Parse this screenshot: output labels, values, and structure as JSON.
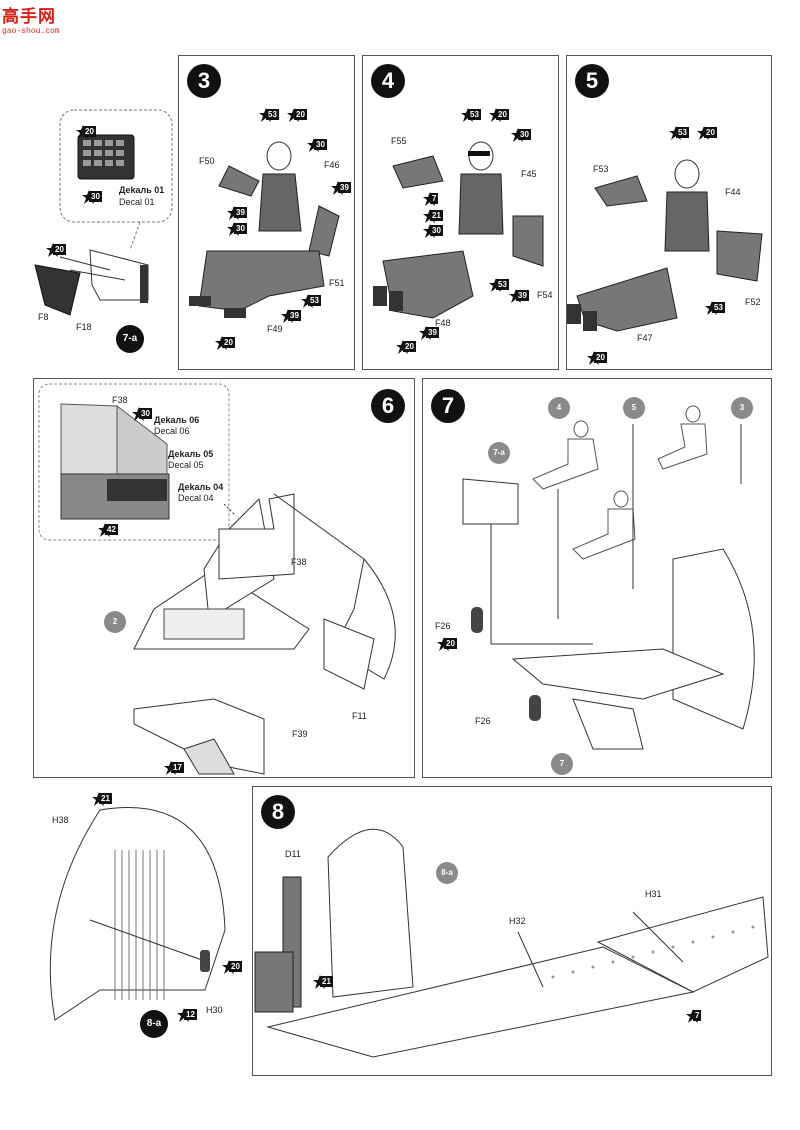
{
  "watermark": {
    "title": "高手网",
    "url": "gao-shou.com"
  },
  "step7a_inset": {
    "decal_ru": "Деkaль 01",
    "decal_en": "Decal 01",
    "parts": [
      "F8",
      "F18"
    ],
    "stars": [
      "20",
      "30",
      "20"
    ],
    "ref": "7-a"
  },
  "step3": {
    "number": "3",
    "parts": [
      "F50",
      "F46",
      "F51",
      "F49"
    ],
    "stars": [
      "53",
      "20",
      "30",
      "39",
      "39",
      "30",
      "53",
      "39",
      "20"
    ]
  },
  "step4": {
    "number": "4",
    "parts": [
      "F55",
      "F45",
      "F48",
      "F54"
    ],
    "stars": [
      "53",
      "20",
      "30",
      "7",
      "21",
      "30",
      "53",
      "39",
      "39",
      "20"
    ]
  },
  "step5": {
    "number": "5",
    "parts": [
      "F53",
      "F44",
      "F47",
      "F52"
    ],
    "stars": [
      "53",
      "20",
      "53",
      "20"
    ]
  },
  "step6": {
    "number": "6",
    "inset_part": "F38",
    "decals": [
      {
        "ru": "Деkaль 06",
        "en": "Decal 06"
      },
      {
        "ru": "Деkaль 05",
        "en": "Decal 05"
      },
      {
        "ru": "Деkaль 04",
        "en": "Decal 04"
      }
    ],
    "inset_stars": [
      "30",
      "42"
    ],
    "parts": [
      "F38",
      "F11",
      "F39"
    ],
    "ref": "2",
    "stars": [
      "17"
    ]
  },
  "step7": {
    "number": "7",
    "refs": [
      "4",
      "5",
      "3",
      "7-a",
      "7"
    ],
    "parts": [
      "F26",
      "F26"
    ],
    "stars": [
      "20"
    ]
  },
  "step8a_left": {
    "parts": [
      "H38",
      "H30"
    ],
    "stars": [
      "21",
      "20",
      "12"
    ],
    "ref": "8-a"
  },
  "step8": {
    "number": "8",
    "parts": [
      "D11",
      "H31",
      "H32"
    ],
    "refs": [
      "8-a"
    ],
    "stars": [
      "21",
      "7"
    ]
  }
}
